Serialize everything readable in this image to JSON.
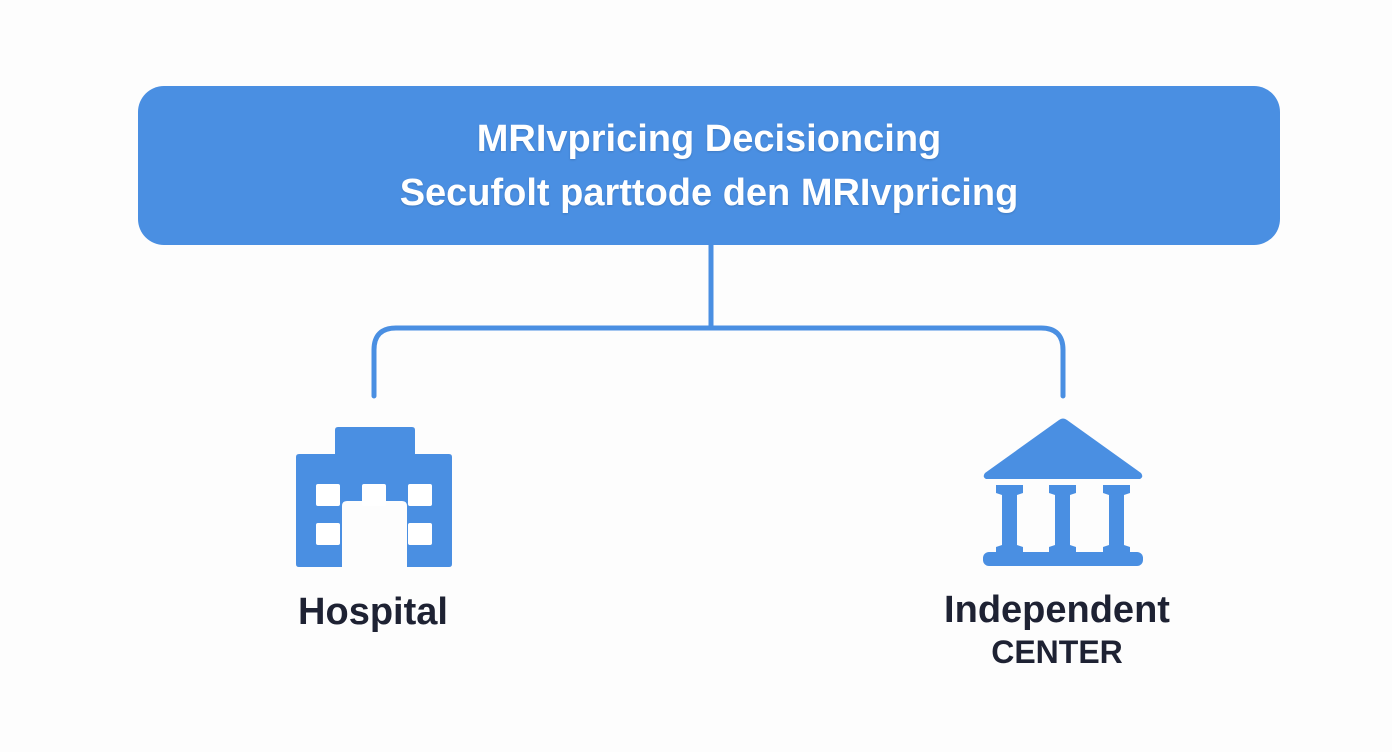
{
  "header": {
    "title_line1": "MRIvpricing Decisioncing",
    "title_line2": "Secufolt parttode den MRIvpricing"
  },
  "nodes": [
    {
      "label": "Hospital",
      "icon": "hospital-building-icon"
    },
    {
      "label": "Independent",
      "sublabel": "CENTER",
      "icon": "institution-columns-icon"
    }
  ],
  "colors": {
    "accent": "#4a8fe2",
    "text": "#1e2233",
    "background": "#fdfdfd"
  }
}
